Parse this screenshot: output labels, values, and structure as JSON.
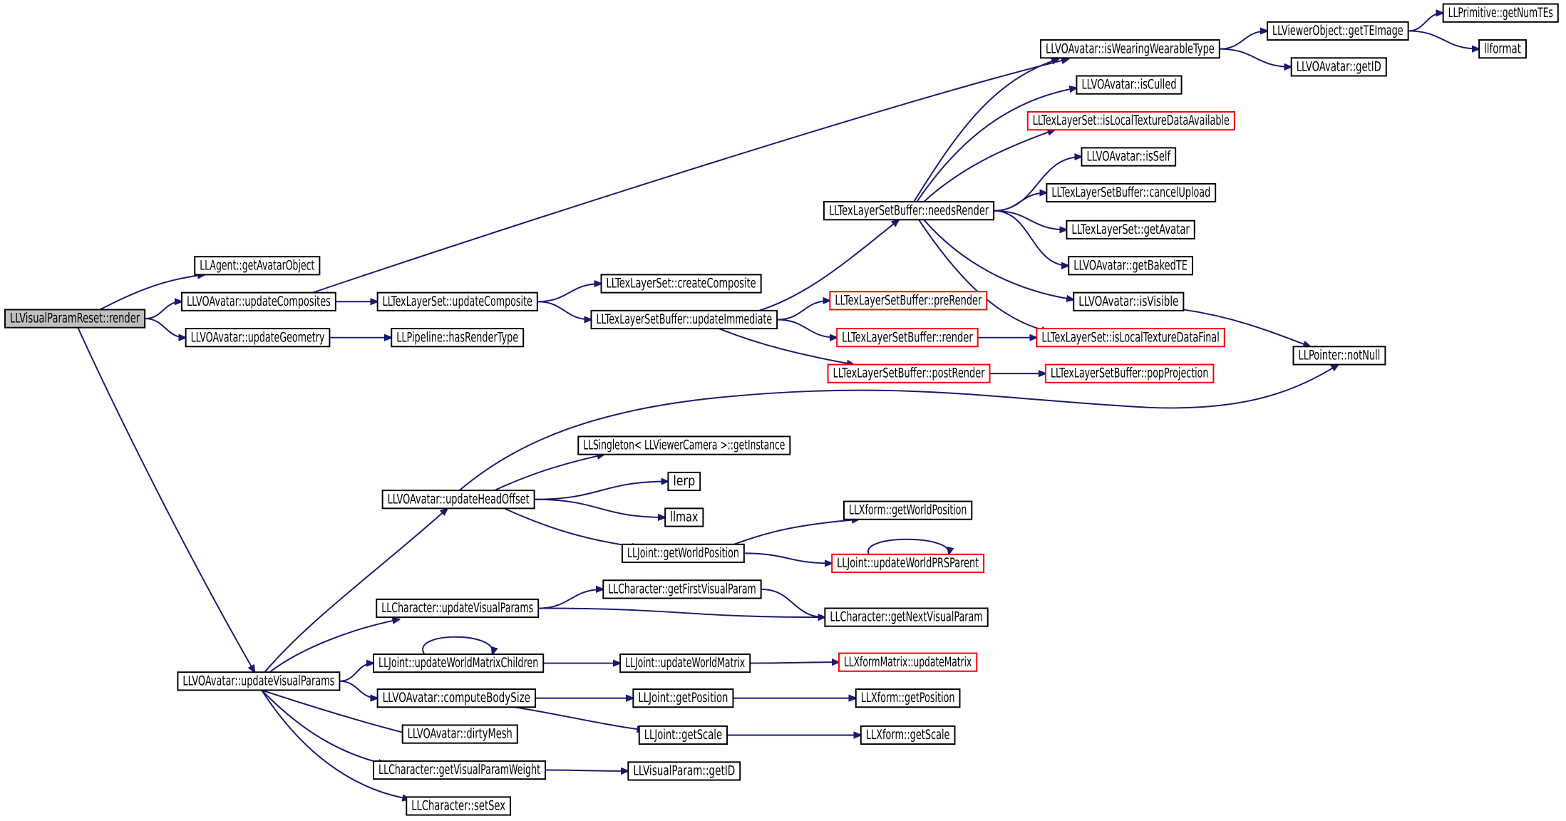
{
  "colors": {
    "edge": "#191970",
    "truncated_border": "#ff0000",
    "start_fill": "#bfbfbf"
  },
  "nodes": [
    {
      "id": "render",
      "label": "LLVisualParamReset::render",
      "style": "start"
    },
    {
      "id": "getAvatarObject",
      "label": "LLAgent::getAvatarObject",
      "style": "normal"
    },
    {
      "id": "updateComposites",
      "label": "LLVOAvatar::updateComposites",
      "style": "normal"
    },
    {
      "id": "updateGeometry",
      "label": "LLVOAvatar::updateGeometry",
      "style": "normal"
    },
    {
      "id": "updateVisualParams",
      "label": "LLVOAvatar::updateVisualParams",
      "style": "normal"
    },
    {
      "id": "updateComposite",
      "label": "LLTexLayerSet::updateComposite",
      "style": "normal"
    },
    {
      "id": "hasRenderType",
      "label": "LLPipeline::hasRenderType",
      "style": "normal"
    },
    {
      "id": "createComposite",
      "label": "LLTexLayerSet::createComposite",
      "style": "normal"
    },
    {
      "id": "updateImmediate",
      "label": "LLTexLayerSetBuffer::updateImmediate",
      "style": "normal"
    },
    {
      "id": "needsRender",
      "label": "LLTexLayerSetBuffer::needsRender",
      "style": "normal"
    },
    {
      "id": "preRender",
      "label": "LLTexLayerSetBuffer::preRender",
      "style": "truncated"
    },
    {
      "id": "bufRender",
      "label": "LLTexLayerSetBuffer::render",
      "style": "truncated"
    },
    {
      "id": "postRender",
      "label": "LLTexLayerSetBuffer::postRender",
      "style": "truncated"
    },
    {
      "id": "isWearing",
      "label": "LLVOAvatar::isWearingWearableType",
      "style": "normal"
    },
    {
      "id": "isCulled",
      "label": "LLVOAvatar::isCulled",
      "style": "normal"
    },
    {
      "id": "isLocalAvail",
      "label": "LLTexLayerSet::isLocalTextureDataAvailable",
      "style": "truncated"
    },
    {
      "id": "isSelf",
      "label": "LLVOAvatar::isSelf",
      "style": "normal"
    },
    {
      "id": "cancelUpload",
      "label": "LLTexLayerSetBuffer::cancelUpload",
      "style": "normal"
    },
    {
      "id": "getAvatar",
      "label": "LLTexLayerSet::getAvatar",
      "style": "normal"
    },
    {
      "id": "getBakedTE",
      "label": "LLVOAvatar::getBakedTE",
      "style": "normal"
    },
    {
      "id": "isVisible",
      "label": "LLVOAvatar::isVisible",
      "style": "normal"
    },
    {
      "id": "isLocalFinal",
      "label": "LLTexLayerSet::isLocalTextureDataFinal",
      "style": "truncated"
    },
    {
      "id": "popProjection",
      "label": "LLTexLayerSetBuffer::popProjection",
      "style": "truncated"
    },
    {
      "id": "getTEImage",
      "label": "LLViewerObject::getTEImage",
      "style": "normal"
    },
    {
      "id": "avatarGetID",
      "label": "LLVOAvatar::getID",
      "style": "normal"
    },
    {
      "id": "getNumTEs",
      "label": "LLPrimitive::getNumTEs",
      "style": "normal"
    },
    {
      "id": "llformat",
      "label": "llformat",
      "style": "normal"
    },
    {
      "id": "notNull",
      "label": "LLPointer::notNull",
      "style": "normal"
    },
    {
      "id": "getInstance",
      "label": "LLSingleton< LLViewerCamera >::getInstance",
      "style": "normal"
    },
    {
      "id": "updateHeadOffset",
      "label": "LLVOAvatar::updateHeadOffset",
      "style": "normal"
    },
    {
      "id": "lerp",
      "label": "lerp",
      "style": "normal"
    },
    {
      "id": "llmax",
      "label": "llmax",
      "style": "normal"
    },
    {
      "id": "xformGetWorldPosition",
      "label": "LLXform::getWorldPosition",
      "style": "normal"
    },
    {
      "id": "jointGetWorldPosition",
      "label": "LLJoint::getWorldPosition",
      "style": "normal"
    },
    {
      "id": "updateWorldPRSParent",
      "label": "LLJoint::updateWorldPRSParent",
      "style": "truncated"
    },
    {
      "id": "getFirstVisualParam",
      "label": "LLCharacter::getFirstVisualParam",
      "style": "normal"
    },
    {
      "id": "charUpdateVisualParams",
      "label": "LLCharacter::updateVisualParams",
      "style": "normal"
    },
    {
      "id": "getNextVisualParam",
      "label": "LLCharacter::getNextVisualParam",
      "style": "normal"
    },
    {
      "id": "updateWorldMatrixChildren",
      "label": "LLJoint::updateWorldMatrixChildren",
      "style": "normal"
    },
    {
      "id": "updateWorldMatrix",
      "label": "LLJoint::updateWorldMatrix",
      "style": "normal"
    },
    {
      "id": "xformMatrixUpdateMatrix",
      "label": "LLXformMatrix::updateMatrix",
      "style": "truncated"
    },
    {
      "id": "computeBodySize",
      "label": "LLVOAvatar::computeBodySize",
      "style": "normal"
    },
    {
      "id": "jointGetPosition",
      "label": "LLJoint::getPosition",
      "style": "normal"
    },
    {
      "id": "xformGetPosition",
      "label": "LLXform::getPosition",
      "style": "normal"
    },
    {
      "id": "dirtyMesh",
      "label": "LLVOAvatar::dirtyMesh",
      "style": "normal"
    },
    {
      "id": "jointGetScale",
      "label": "LLJoint::getScale",
      "style": "normal"
    },
    {
      "id": "xformGetScale",
      "label": "LLXform::getScale",
      "style": "normal"
    },
    {
      "id": "getVisualParamWeight",
      "label": "LLCharacter::getVisualParamWeight",
      "style": "normal"
    },
    {
      "id": "visualParamGetID",
      "label": "LLVisualParam::getID",
      "style": "normal"
    },
    {
      "id": "setSex",
      "label": "LLCharacter::setSex",
      "style": "normal"
    }
  ],
  "edges": [
    [
      "render",
      "getAvatarObject"
    ],
    [
      "render",
      "updateComposites"
    ],
    [
      "render",
      "updateGeometry"
    ],
    [
      "render",
      "updateVisualParams"
    ],
    [
      "updateComposites",
      "isWearing"
    ],
    [
      "updateComposites",
      "updateComposite"
    ],
    [
      "updateComposite",
      "createComposite"
    ],
    [
      "updateComposite",
      "updateImmediate"
    ],
    [
      "updateGeometry",
      "hasRenderType"
    ],
    [
      "updateImmediate",
      "needsRender"
    ],
    [
      "updateImmediate",
      "preRender"
    ],
    [
      "updateImmediate",
      "bufRender"
    ],
    [
      "updateImmediate",
      "postRender"
    ],
    [
      "needsRender",
      "isWearing"
    ],
    [
      "needsRender",
      "isCulled"
    ],
    [
      "needsRender",
      "isLocalAvail"
    ],
    [
      "needsRender",
      "isSelf"
    ],
    [
      "needsRender",
      "cancelUpload"
    ],
    [
      "needsRender",
      "getAvatar"
    ],
    [
      "needsRender",
      "getBakedTE"
    ],
    [
      "needsRender",
      "isVisible"
    ],
    [
      "needsRender",
      "isLocalFinal"
    ],
    [
      "bufRender",
      "isLocalFinal"
    ],
    [
      "postRender",
      "popProjection"
    ],
    [
      "isWearing",
      "getTEImage"
    ],
    [
      "isWearing",
      "avatarGetID"
    ],
    [
      "getTEImage",
      "getNumTEs"
    ],
    [
      "getTEImage",
      "llformat"
    ],
    [
      "isVisible",
      "notNull"
    ],
    [
      "updateVisualParams",
      "updateHeadOffset"
    ],
    [
      "updateVisualParams",
      "charUpdateVisualParams"
    ],
    [
      "updateVisualParams",
      "updateWorldMatrixChildren"
    ],
    [
      "updateVisualParams",
      "computeBodySize"
    ],
    [
      "updateVisualParams",
      "dirtyMesh"
    ],
    [
      "updateVisualParams",
      "getVisualParamWeight"
    ],
    [
      "updateVisualParams",
      "setSex"
    ],
    [
      "updateHeadOffset",
      "notNull"
    ],
    [
      "updateHeadOffset",
      "getInstance"
    ],
    [
      "updateHeadOffset",
      "lerp"
    ],
    [
      "updateHeadOffset",
      "llmax"
    ],
    [
      "updateHeadOffset",
      "jointGetWorldPosition"
    ],
    [
      "jointGetWorldPosition",
      "xformGetWorldPosition"
    ],
    [
      "jointGetWorldPosition",
      "updateWorldPRSParent"
    ],
    [
      "updateWorldPRSParent",
      "updateWorldPRSParent"
    ],
    [
      "charUpdateVisualParams",
      "getFirstVisualParam"
    ],
    [
      "charUpdateVisualParams",
      "getNextVisualParam"
    ],
    [
      "getFirstVisualParam",
      "getNextVisualParam"
    ],
    [
      "updateWorldMatrixChildren",
      "updateWorldMatrixChildren"
    ],
    [
      "updateWorldMatrixChildren",
      "updateWorldMatrix"
    ],
    [
      "updateWorldMatrix",
      "xformMatrixUpdateMatrix"
    ],
    [
      "computeBodySize",
      "jointGetPosition"
    ],
    [
      "computeBodySize",
      "jointGetScale"
    ],
    [
      "jointGetPosition",
      "xformGetPosition"
    ],
    [
      "jointGetScale",
      "xformGetScale"
    ],
    [
      "getVisualParamWeight",
      "visualParamGetID"
    ]
  ]
}
